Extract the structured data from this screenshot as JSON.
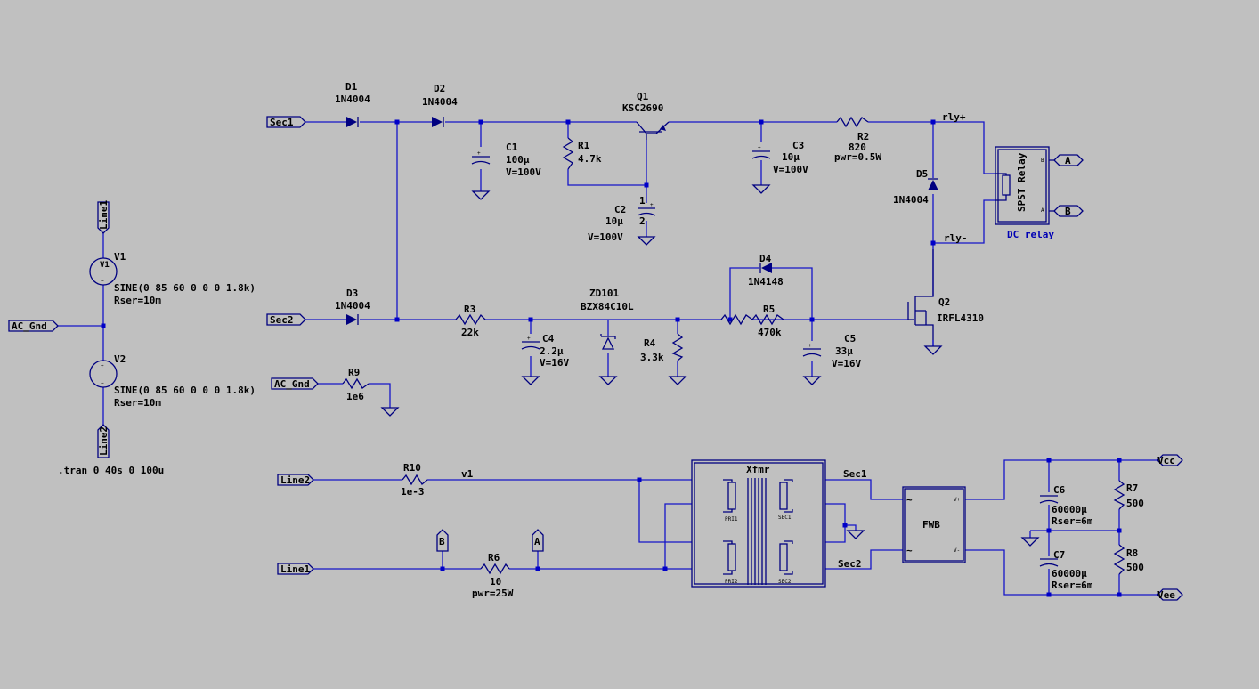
{
  "colors": {
    "background": "#c0c0c0",
    "wire": "#1515c8",
    "component": "#000080",
    "text": "#000000",
    "label_blue": "#0000b4"
  },
  "ports": {
    "sec1_top": "Sec1",
    "sec2_mid": "Sec2",
    "ac_gnd_left": "AC_Gnd",
    "ac_gnd_r9": "AC_Gnd",
    "line1_top": "Line1",
    "line2_bottom": "Line2",
    "line2_xfmr": "Line2",
    "line1_xfmr": "Line1",
    "a_relay": "A",
    "b_relay": "B",
    "a_in": "A",
    "b_in": "B",
    "vcc": "Vcc",
    "vee": "Vee"
  },
  "components": {
    "D1": {
      "ref": "D1",
      "value": "1N4004"
    },
    "D2": {
      "ref": "D2",
      "value": "1N4004"
    },
    "D3": {
      "ref": "D3",
      "value": "1N4004"
    },
    "D4": {
      "ref": "D4",
      "value": "1N4148"
    },
    "D5": {
      "ref": "D5",
      "value": "1N4004"
    },
    "Q1": {
      "ref": "Q1",
      "value": "KSC2690"
    },
    "Q2": {
      "ref": "Q2",
      "value": "IRFL4310"
    },
    "C1": {
      "ref": "C1",
      "value": "100µ",
      "v": "V=100V"
    },
    "C2": {
      "ref": "C2",
      "value": "10µ",
      "v": "V=100V",
      "pin1": "1",
      "pin2": "2"
    },
    "C3": {
      "ref": "C3",
      "value": "10µ",
      "v": "V=100V"
    },
    "C4": {
      "ref": "C4",
      "value": "2.2µ",
      "v": "V=16V"
    },
    "C5": {
      "ref": "C5",
      "value": "33µ",
      "v": "V=16V"
    },
    "C6": {
      "ref": "C6",
      "value": "60000µ",
      "v": "Rser=6m"
    },
    "C7": {
      "ref": "C7",
      "value": "60000µ",
      "v": "Rser=6m"
    },
    "R1": {
      "ref": "R1",
      "value": "4.7k"
    },
    "R2": {
      "ref": "R2",
      "value": "820",
      "p": "pwr=0.5W"
    },
    "R3": {
      "ref": "R3",
      "value": "22k"
    },
    "R4": {
      "ref": "R4",
      "value": "3.3k"
    },
    "R5": {
      "ref": "R5",
      "value": "470k"
    },
    "R6": {
      "ref": "R6",
      "value": "10",
      "p": "pwr=25W"
    },
    "R7": {
      "ref": "R7",
      "value": "500"
    },
    "R8": {
      "ref": "R8",
      "value": "500"
    },
    "R9": {
      "ref": "R9",
      "value": "1e6"
    },
    "R10": {
      "ref": "R10",
      "value": "1e-3"
    },
    "ZD101": {
      "ref": "ZD101",
      "value": "BZX84C10L"
    },
    "V1": {
      "ref": "V1",
      "value": "SINE(0 85 60 0 0 0 1.8k)",
      "rser": "Rser=10m"
    },
    "V2": {
      "ref": "V2",
      "value": "SINE(0 85 60 0 0 0 1.8k)",
      "rser": "Rser=10m"
    },
    "relay": {
      "body": "SPST Relay",
      "caption": "DC relay",
      "pin_b": "B",
      "pin_a": "A"
    },
    "xfmr": {
      "ref": "Xfmr",
      "pri1": "PRI1",
      "pri2": "PRI2",
      "sec1": "SEC1",
      "sec2": "SEC2"
    },
    "fwb": {
      "ref": "FWB",
      "vplus": "V+",
      "vminus": "V-",
      "ac1": "~",
      "ac2": "~"
    }
  },
  "nets": {
    "rly_plus": "rly+",
    "rly_minus": "rly-",
    "v1": "v1",
    "sec1": "Sec1",
    "sec2": "Sec2"
  },
  "directive": ".tran 0 40s 0 100u"
}
